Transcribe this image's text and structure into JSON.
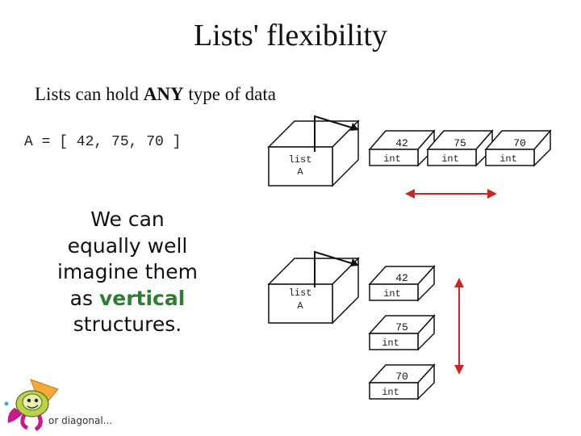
{
  "title": "Lists' flexibility",
  "subtitle": {
    "prefix": "Lists can hold ",
    "emph": "ANY",
    "suffix": " type of data"
  },
  "code_line": "A = [ 42, 75, 70 ]",
  "note": {
    "line1": "We can",
    "line2": "equally well",
    "line3": "imagine them",
    "line4_prefix": "as ",
    "line4_emph": "vertical",
    "line5": "structures."
  },
  "diagonal_note": "or diagonal...",
  "list_box": {
    "label_line1": "list",
    "label_line2": "A"
  },
  "values": [
    "42",
    "75",
    "70"
  ],
  "type_label": "int",
  "colors": {
    "arrow": "#c62828",
    "emph_green": "#2e7d32"
  }
}
